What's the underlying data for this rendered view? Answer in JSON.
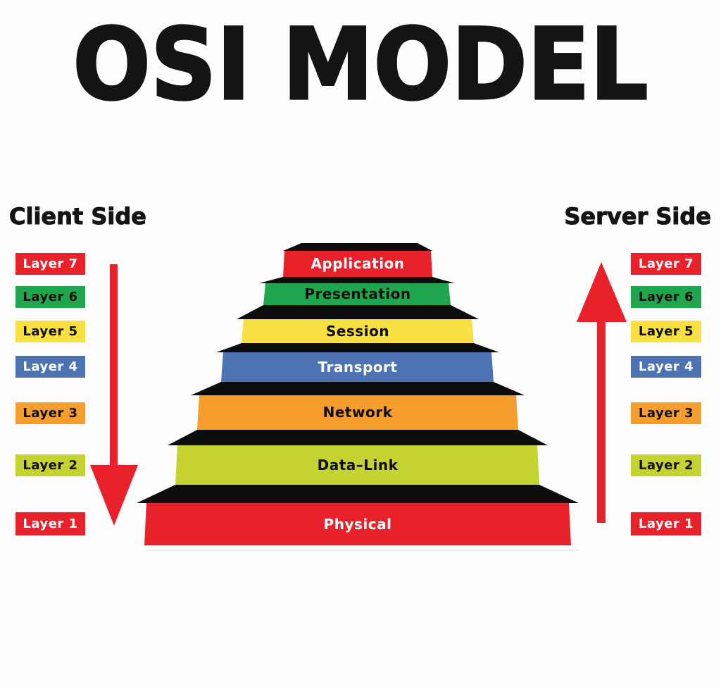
{
  "title": "OSI MODEL",
  "client": {
    "heading": "Client Side"
  },
  "server": {
    "heading": "Server Side"
  },
  "colors": {
    "background": "#fdfdfd",
    "ink": "#141414",
    "black_step": "#0d0d0d",
    "arrow": "#e8212a"
  },
  "icons": {
    "left_arrow": "arrow-down-icon",
    "right_arrow": "arrow-up-icon"
  },
  "layers": [
    {
      "badge": "Layer 7",
      "name": "Application",
      "fill": "#e8212a",
      "text": "#ffffff"
    },
    {
      "badge": "Layer 6",
      "name": "Presentation",
      "fill": "#20a64f",
      "text": "#0d0d0d"
    },
    {
      "badge": "Layer 5",
      "name": "Session",
      "fill": "#f8e040",
      "text": "#0d0d0d"
    },
    {
      "badge": "Layer 4",
      "name": "Transport",
      "fill": "#4d73b2",
      "text": "#ffffff"
    },
    {
      "badge": "Layer 3",
      "name": "Network",
      "fill": "#f59d2d",
      "text": "#0d0d0d"
    },
    {
      "badge": "Layer 2",
      "name": "Data–Link",
      "fill": "#c4d32f",
      "text": "#0d0d0d"
    },
    {
      "badge": "Layer 1",
      "name": "Physical",
      "fill": "#e8212a",
      "text": "#ffffff"
    }
  ]
}
